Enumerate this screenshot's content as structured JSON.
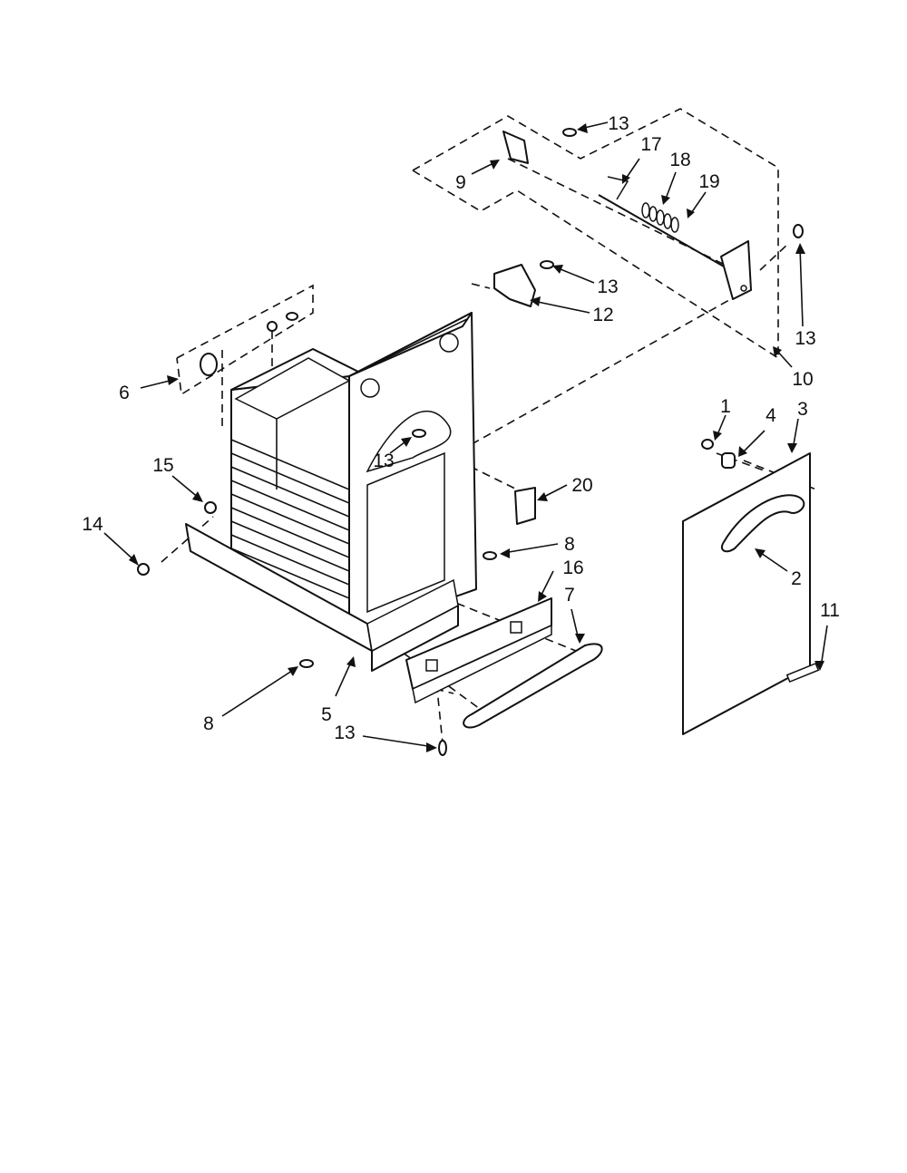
{
  "callouts": [
    {
      "id": "c1",
      "label": "1"
    },
    {
      "id": "c2",
      "label": "2"
    },
    {
      "id": "c3",
      "label": "3"
    },
    {
      "id": "c4",
      "label": "4"
    },
    {
      "id": "c5",
      "label": "5"
    },
    {
      "id": "c6",
      "label": "6"
    },
    {
      "id": "c7",
      "label": "7"
    },
    {
      "id": "c8a",
      "label": "8"
    },
    {
      "id": "c8b",
      "label": "8"
    },
    {
      "id": "c9",
      "label": "9"
    },
    {
      "id": "c10",
      "label": "10"
    },
    {
      "id": "c11",
      "label": "11"
    },
    {
      "id": "c12",
      "label": "12"
    },
    {
      "id": "c13a",
      "label": "13"
    },
    {
      "id": "c13b",
      "label": "13"
    },
    {
      "id": "c13c",
      "label": "13"
    },
    {
      "id": "c13d",
      "label": "13"
    },
    {
      "id": "c13e",
      "label": "13"
    },
    {
      "id": "c14",
      "label": "14"
    },
    {
      "id": "c15",
      "label": "15"
    },
    {
      "id": "c16",
      "label": "16"
    },
    {
      "id": "c17",
      "label": "17"
    },
    {
      "id": "c18",
      "label": "18"
    },
    {
      "id": "c19",
      "label": "19"
    },
    {
      "id": "c20",
      "label": "20"
    }
  ]
}
